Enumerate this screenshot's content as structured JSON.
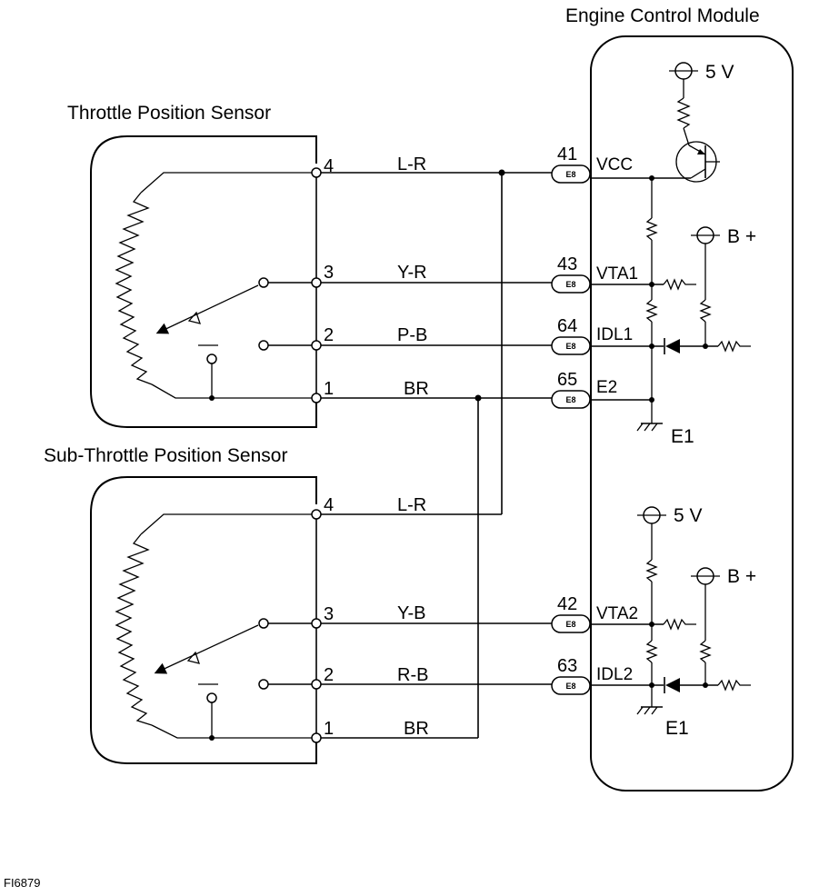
{
  "titles": {
    "ecm": "Engine Control Module",
    "tps": "Throttle Position Sensor",
    "sub_tps": "Sub-Throttle Position Sensor"
  },
  "tps_pins": [
    "4",
    "3",
    "2",
    "1"
  ],
  "sub_pins": [
    "4",
    "3",
    "2",
    "1"
  ],
  "tps_wires": [
    "L-R",
    "Y-R",
    "P-B",
    "BR"
  ],
  "sub_wires": [
    "L-R",
    "Y-B",
    "R-B",
    "BR"
  ],
  "ecm_connectors": [
    {
      "number": "41",
      "plug": "E8",
      "signal": "VCC"
    },
    {
      "number": "43",
      "plug": "E8",
      "signal": "VTA1"
    },
    {
      "number": "64",
      "plug": "E8",
      "signal": "IDL1"
    },
    {
      "number": "65",
      "plug": "E8",
      "signal": "E2"
    },
    {
      "number": "42",
      "plug": "E8",
      "signal": "VTA2"
    },
    {
      "number": "63",
      "plug": "E8",
      "signal": "IDL2"
    }
  ],
  "supplies": {
    "five_v_top": "5 V",
    "bplus_top": "B +",
    "five_v_bottom": "5 V",
    "bplus_bottom": "B +"
  },
  "grounds": {
    "top": "E1",
    "bottom": "E1"
  },
  "figure_id": "FI6879"
}
